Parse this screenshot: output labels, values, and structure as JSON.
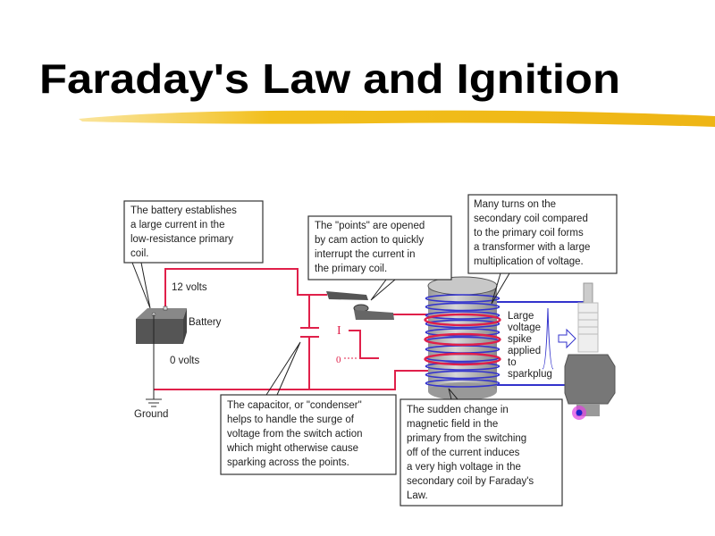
{
  "slide": {
    "title": "Faraday's Law and Ignition",
    "accent_color": "#f2bf1c"
  },
  "diagram": {
    "callouts": {
      "battery": [
        "The battery establishes",
        "a large current in the",
        "low-resistance primary",
        "coil."
      ],
      "points": [
        "The \"points\" are opened",
        "by cam action to quickly",
        "interrupt the current in",
        "the primary coil."
      ],
      "secondary": [
        "Many turns on the",
        "secondary coil compared",
        "to the primary coil forms",
        "a transformer with a large",
        "multiplication of voltage."
      ],
      "capacitor": [
        "The capacitor, or \"condenser\"",
        "helps to handle the surge of",
        "voltage from the switch action",
        "which might otherwise cause",
        "sparking across the points."
      ],
      "faraday": [
        "The sudden change in",
        "magnetic field in the",
        "primary from the switching",
        "off of the current induces",
        "a very high voltage in the",
        "secondary coil by Faraday's",
        "Law."
      ]
    },
    "labels": {
      "volts_12": "12 volts",
      "volts_0": "0 volts",
      "battery": "Battery",
      "ground": "Ground",
      "current_i": "I",
      "current_0": "0",
      "spike": [
        "Large",
        "voltage",
        "spike",
        "applied",
        "to",
        "sparkplug"
      ]
    },
    "colors": {
      "primary_wire": "#e0204a",
      "secondary_wire": "#3333cc"
    }
  }
}
